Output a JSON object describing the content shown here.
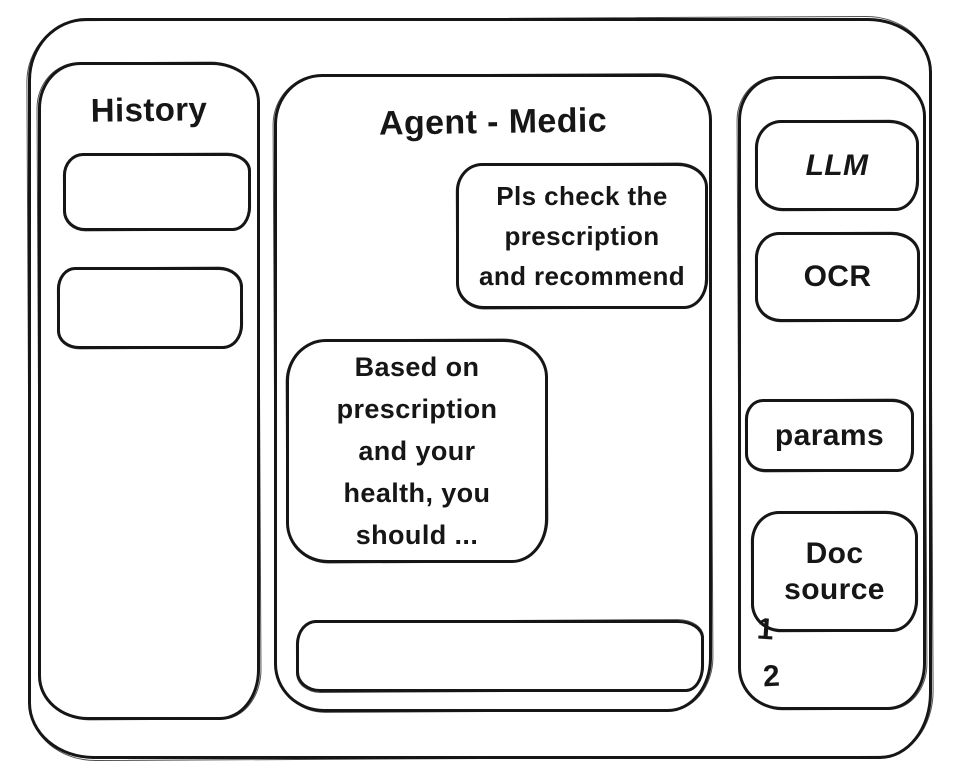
{
  "colors": {
    "ink": "#161616",
    "background": "#ffffff"
  },
  "history_panel": {
    "title": "History",
    "items": [
      {
        "label": ""
      },
      {
        "label": ""
      }
    ]
  },
  "chat_panel": {
    "title": "Agent - Medic",
    "messages": [
      {
        "role": "user",
        "text": "Pls check the\nprescription\nand recommend"
      },
      {
        "role": "assistant",
        "text": "Based on\nprescription\nand your\nhealth, you\nshould ..."
      }
    ],
    "input": {
      "value": "",
      "placeholder": ""
    }
  },
  "tools_panel": {
    "buttons": [
      {
        "id": "llm",
        "label": "LLM"
      },
      {
        "id": "ocr",
        "label": "OCR"
      },
      {
        "id": "params",
        "label": "params"
      },
      {
        "id": "doc-source",
        "label": "Doc source"
      }
    ],
    "annotations": [
      "1",
      "2"
    ]
  }
}
